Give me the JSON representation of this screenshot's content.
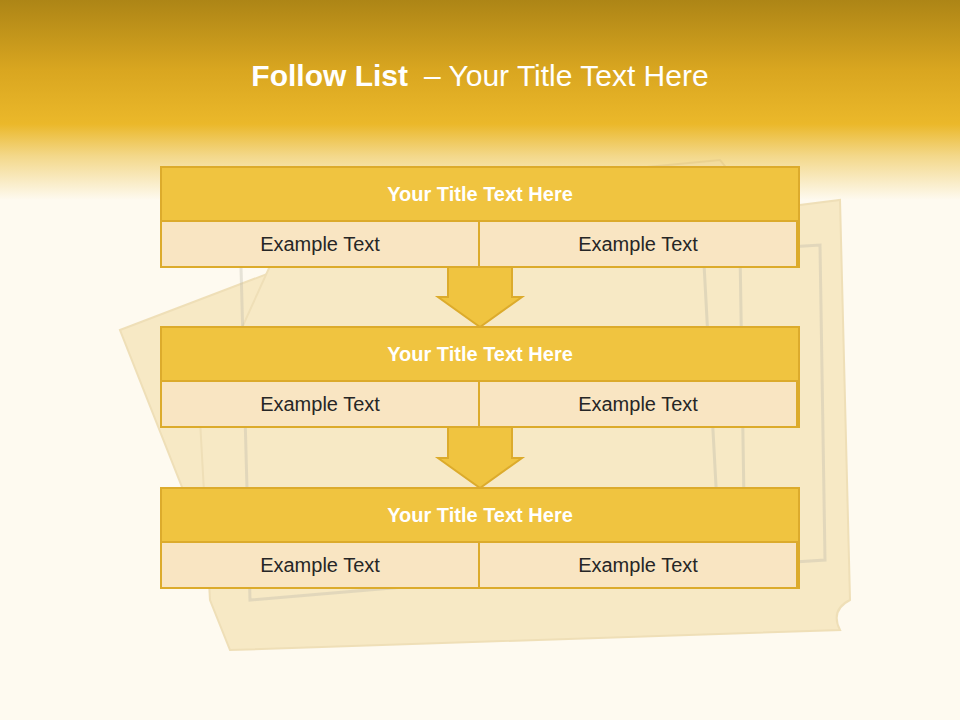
{
  "diagram": {
    "title": "Follow List",
    "nodes": [
      {
        "text": [
          "Your Title Text Here"
        ]
      },
      {
        "text": [
          "Example Text"
        ],
        "in": 0
      },
      {
        "text": [
          "Example Text"
        ],
        "in": 0
      },
      {
        "text": [
          "Your Title Text Here"
        ]
      },
      {
        "text": [
          "Example Text"
        ],
        "in": 3
      },
      {
        "text": [
          "Example Text"
        ],
        "in": 3
      },
      {
        "text": [
          "Your Title Text Here"
        ]
      },
      {
        "text": [
          "Example Text"
        ],
        "in": 6
      },
      {
        "text": [
          "Example Text"
        ],
        "in": 6
      }
    ],
    "edges": [
      {
        "from": 0,
        "to": 3,
        "arrow": "to"
      },
      {
        "from": 3,
        "to": 6,
        "arrow": "to"
      }
    ],
    "labels": [
      "– Your Title Text Here"
    ]
  }
}
